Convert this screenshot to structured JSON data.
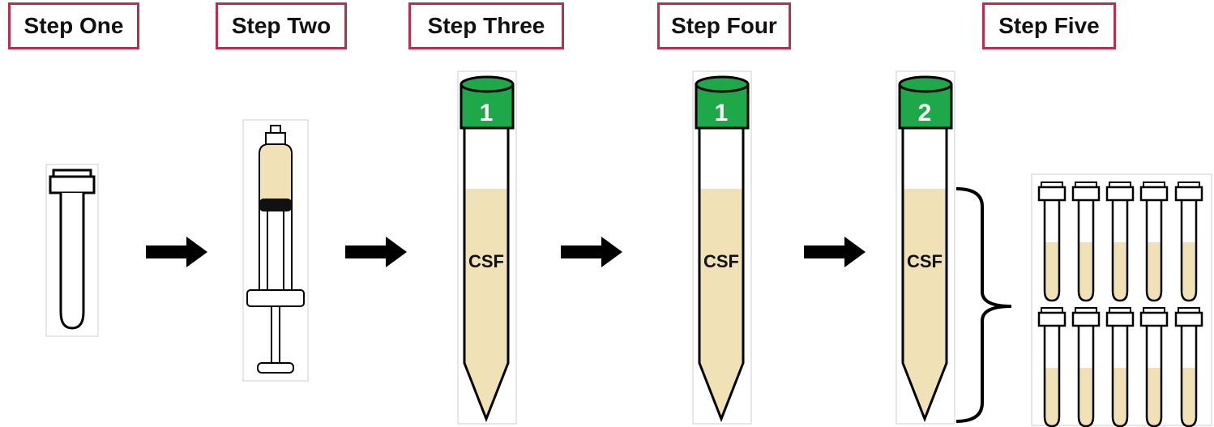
{
  "steps": [
    {
      "label": "Step One"
    },
    {
      "label": "Step Two"
    },
    {
      "label": "Step Three"
    },
    {
      "label": "Step Four"
    },
    {
      "label": "Step Five"
    }
  ],
  "tubes": {
    "step3_cap": "1",
    "step3_content": "CSF",
    "step4_cap": "1",
    "step4_content": "CSF",
    "step5_cap": "2",
    "step5_content": "CSF"
  },
  "aliquot_count": 10,
  "colors": {
    "label_border": "#b5304e",
    "csf_fill": "#f0e2b6",
    "cap_green": "#1fa84a",
    "arrow": "#000000"
  }
}
